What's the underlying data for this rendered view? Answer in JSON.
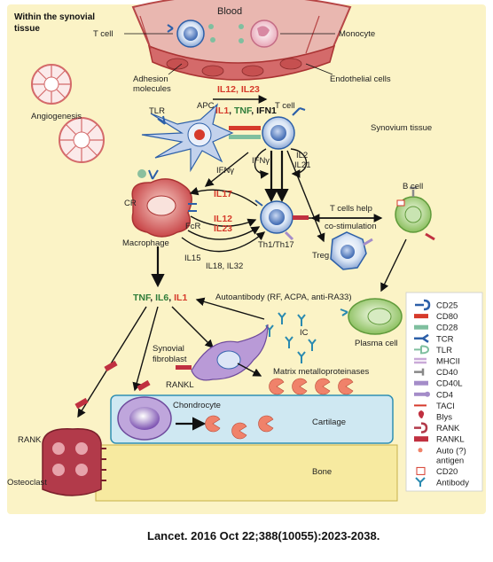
{
  "header": {
    "title_line1": "Within the synovial",
    "title_line2": "tissue"
  },
  "labels": {
    "blood": "Blood",
    "t_cell_top": "T cell",
    "monocyte": "Monocyte",
    "adhesion_line1": "Adhesion",
    "adhesion_line2": "molecules",
    "endothelial": "Endothelial cells",
    "angiogenesis": "Angiogenesis",
    "tlr": "TLR",
    "apc": "APC",
    "t_cell_mid": "T cell",
    "synovium": "Synovium tissue",
    "ifng_1": "IFNγ",
    "ifng_2": "IFNγ",
    "il2": "IL2",
    "il21": "IL21",
    "cr": "CR",
    "fcr": "FcR",
    "macrophage": "Macrophage",
    "il15": "IL15",
    "il18_il32": "IL18, IL32",
    "th1_th17": "Th1/Th17",
    "treg": "Treg",
    "t_help_line1": "T cells help",
    "t_help_line2": "co-stimulation",
    "b_cell": "B cell",
    "autoantibody": "Autoantibody (RF, ACPA, anti-RA33)",
    "ic": "IC",
    "plasma_cell": "Plasma cell",
    "synovial_line1": "Synovial",
    "synovial_line2": "fibroblast",
    "rankl": "RANKL",
    "mmp": "Matrix metalloproteinases",
    "chondrocyte": "Chondrocyte",
    "cartilage": "Cartilage",
    "rank": "RANK",
    "osteoclast": "Osteoclast",
    "bone": "Bone"
  },
  "cytokines": {
    "il12_il23_top": {
      "il12": "IL12",
      "sep": ", ",
      "il23": "IL23"
    },
    "apc_output": {
      "il1": "IL1",
      "sep1": ", ",
      "tnf": "TNF",
      "sep2": ", ",
      "ifn1": "IFN1"
    },
    "il17": "IL17",
    "il12": "IL12",
    "il23": "IL23",
    "macro_output": {
      "tnf": "TNF",
      "sep1": ", ",
      "il6": "IL6",
      "sep2": ", ",
      "il1": "IL1"
    }
  },
  "legend": {
    "items": [
      {
        "label": "CD25",
        "icon": "cd25-icon"
      },
      {
        "label": "CD80",
        "icon": "cd80-icon"
      },
      {
        "label": "CD28",
        "icon": "cd28-icon"
      },
      {
        "label": "TCR",
        "icon": "tcr-icon"
      },
      {
        "label": "TLR",
        "icon": "tlr-icon"
      },
      {
        "label": "MHCII",
        "icon": "mhcii-icon"
      },
      {
        "label": "CD40",
        "icon": "cd40-icon"
      },
      {
        "label": "CD40L",
        "icon": "cd40l-icon"
      },
      {
        "label": "CD4",
        "icon": "cd4-icon"
      },
      {
        "label": "TACI",
        "icon": "taci-icon"
      },
      {
        "label": "Blys",
        "icon": "blys-icon"
      },
      {
        "label": "RANK",
        "icon": "rank-icon"
      },
      {
        "label": "RANKL",
        "icon": "rankl-icon"
      },
      {
        "label": "Auto (?)",
        "label2": "antigen",
        "icon": "auto-antigen-icon"
      },
      {
        "label": "CD20",
        "icon": "cd20-icon"
      },
      {
        "label": "Antibody",
        "icon": "antibody-icon"
      }
    ]
  },
  "citation": "Lancet. 2016 Oct 22;388(10055):2023-2038.",
  "colors": {
    "background": "#fbf3c6",
    "vessel": "#d46a6a",
    "cell_blue": "#2c5fa8",
    "cytokine_red": "#d63a2b",
    "cytokine_green": "#2f7d3a",
    "cartilage": "#cfe8f2",
    "bone": "#f7eaa0"
  }
}
